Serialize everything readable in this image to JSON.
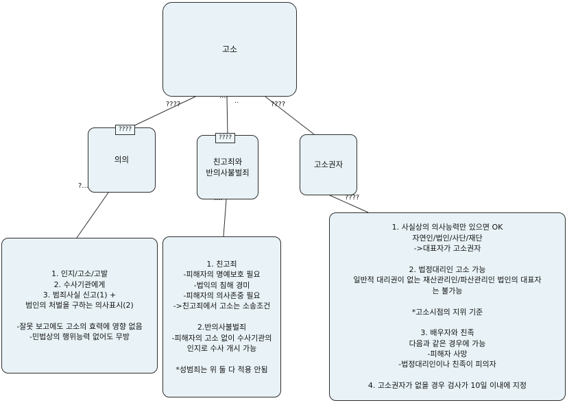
{
  "diagram": {
    "colors": {
      "background": "#ffffff",
      "node_fill": "#e9f3f7",
      "node_border": "#2b2b2b",
      "text": "#111111"
    },
    "nodes": {
      "root": {
        "label": "고소"
      },
      "uiui": {
        "label": "의의",
        "tag": "????"
      },
      "chingojoe": {
        "label": "친고죄와\n반의사불벌죄",
        "tag": "????"
      },
      "gosogwonja": {
        "label": "고소권자"
      },
      "leaf_uiui": {
        "label": "1. 인지/고소/고발\n2. 수사기관에게\n3. 범죄사실 신고(1) +\n범인의 처벌을 구하는 의사표시(2)\n\n-잘못 보고에도 고소의 효력에 영향 없음\n-민법상의 행위능력 없어도 무방"
      },
      "leaf_chingojoe": {
        "label": "1. 친고죄\n-피해자의 명예보호 필요\n-법익의 침해 경미\n-피해자의 의사존중 필요\n->친고죄에서 고소는 소송조건\n\n2.반의사불벌죄\n-피해자의 고소 없이 수사기관의\n인지로 수사 개시 가능\n\n*성범죄는 위 둘 다 적용 안됨"
      },
      "leaf_gosogwonja": {
        "label": "1. 사실상의 의사능력만 있으면 OK\n자연인/법인/사단/재단\n->대표자가 고소권자\n\n2. 법정대리인 고소 가능\n일반적 대리권이 없는 재산관리인/파산관리인 법인의 대표자\n는 불가능\n\n*고소시점의 지위 기준\n\n3. 배우자와 친족\n다음과 같은 경우에 가능\n-피해자 사망\n-법정대리인이나 친족이 피의자\n\n4. 고소권자가 없을 경우 검사가 10일 이내에 지정"
      }
    },
    "edge_labels": {
      "root_to_uiui": "????",
      "root_to_gosogwonja": "????",
      "root_dots_a": "....",
      "root_dots_b": "..",
      "uiui_to_leaf": "?...",
      "chingojoe_to_leaf": "....",
      "gosogwonja_to_leaf": "????"
    }
  }
}
